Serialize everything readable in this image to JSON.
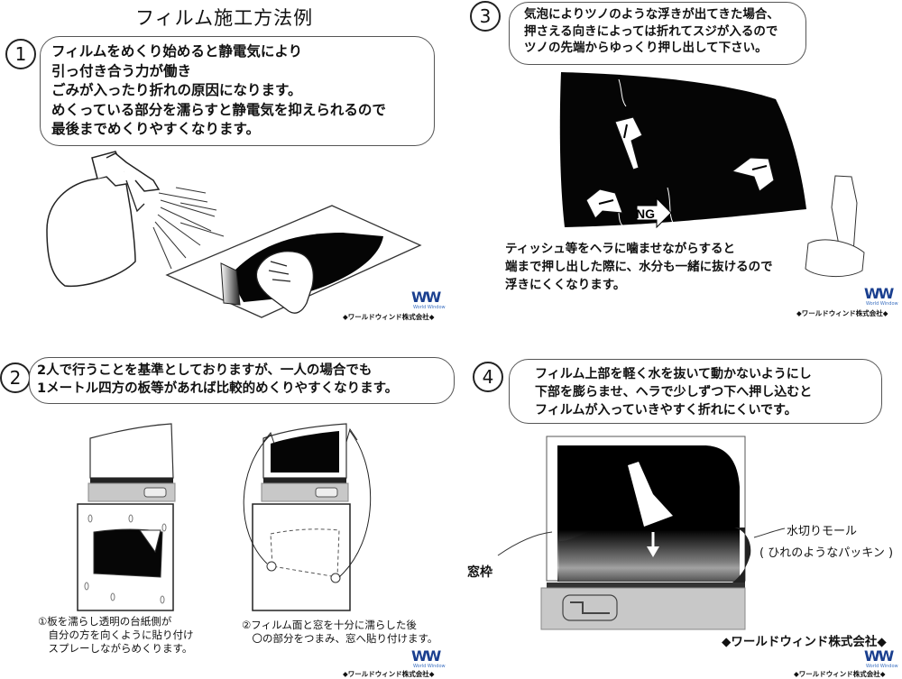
{
  "title": "フィルム施工方法例",
  "steps": [
    {
      "number": "1",
      "lines": [
        "フィルムをめくり始めると静電気により",
        "引っ付き合う力が働き",
        "ごみが入ったり折れの原因になります。",
        "めくっている部分を濡らすと静電気を抑えられるので",
        "最後までめくりやすくなります。"
      ]
    },
    {
      "number": "2",
      "lines": [
        "2人で行うことを基準としておりますが、一人の場合でも",
        "1メートル四方の板等があれば比較的めくりやすくなります。"
      ]
    },
    {
      "number": "3",
      "lines": [
        "気泡によりツノのような浮きが出てきた場合、",
        "押さえる向きによっては折れてスジが入るので",
        "ツノの先端からゆっくり押し出して下さい。"
      ],
      "note_lines": [
        "ティッシュ等をヘラに噛ませながらすると",
        "端まで押し出した際に、水分も一緒に抜けるので",
        "浮きにくくなります。"
      ],
      "ng_label": "NG"
    },
    {
      "number": "4",
      "lines": [
        "フィルム上部を軽く水を抜いて動かないようにし",
        "下部を膨らませ、ヘラで少しずつ下へ押し込むと",
        "フィルムが入っていきやすく折れにくいです。"
      ]
    }
  ],
  "step2_captions": {
    "left": [
      "①板を濡らし透明の台紙側が",
      "　自分の方を向くように貼り付け",
      "　スプレーしながらめくります。"
    ],
    "right": [
      "②フィルム面と窓を十分に濡らした後",
      "　〇の部分をつまみ、窓へ貼り付けます。"
    ]
  },
  "step4_labels": {
    "weatherstrip": "水切りモール",
    "weatherstrip_note": "( ひれのようなパッキン )",
    "frame": "窓枠"
  },
  "company": {
    "small": "◆ワールドウィンド株式会社◆",
    "big": "◆ワールドウィンド株式会社◆",
    "logo": "WW",
    "logo_sub": "World Window"
  },
  "colors": {
    "film": "#0a0a0a",
    "door": "#c8c8c8",
    "outline": "#555555"
  }
}
